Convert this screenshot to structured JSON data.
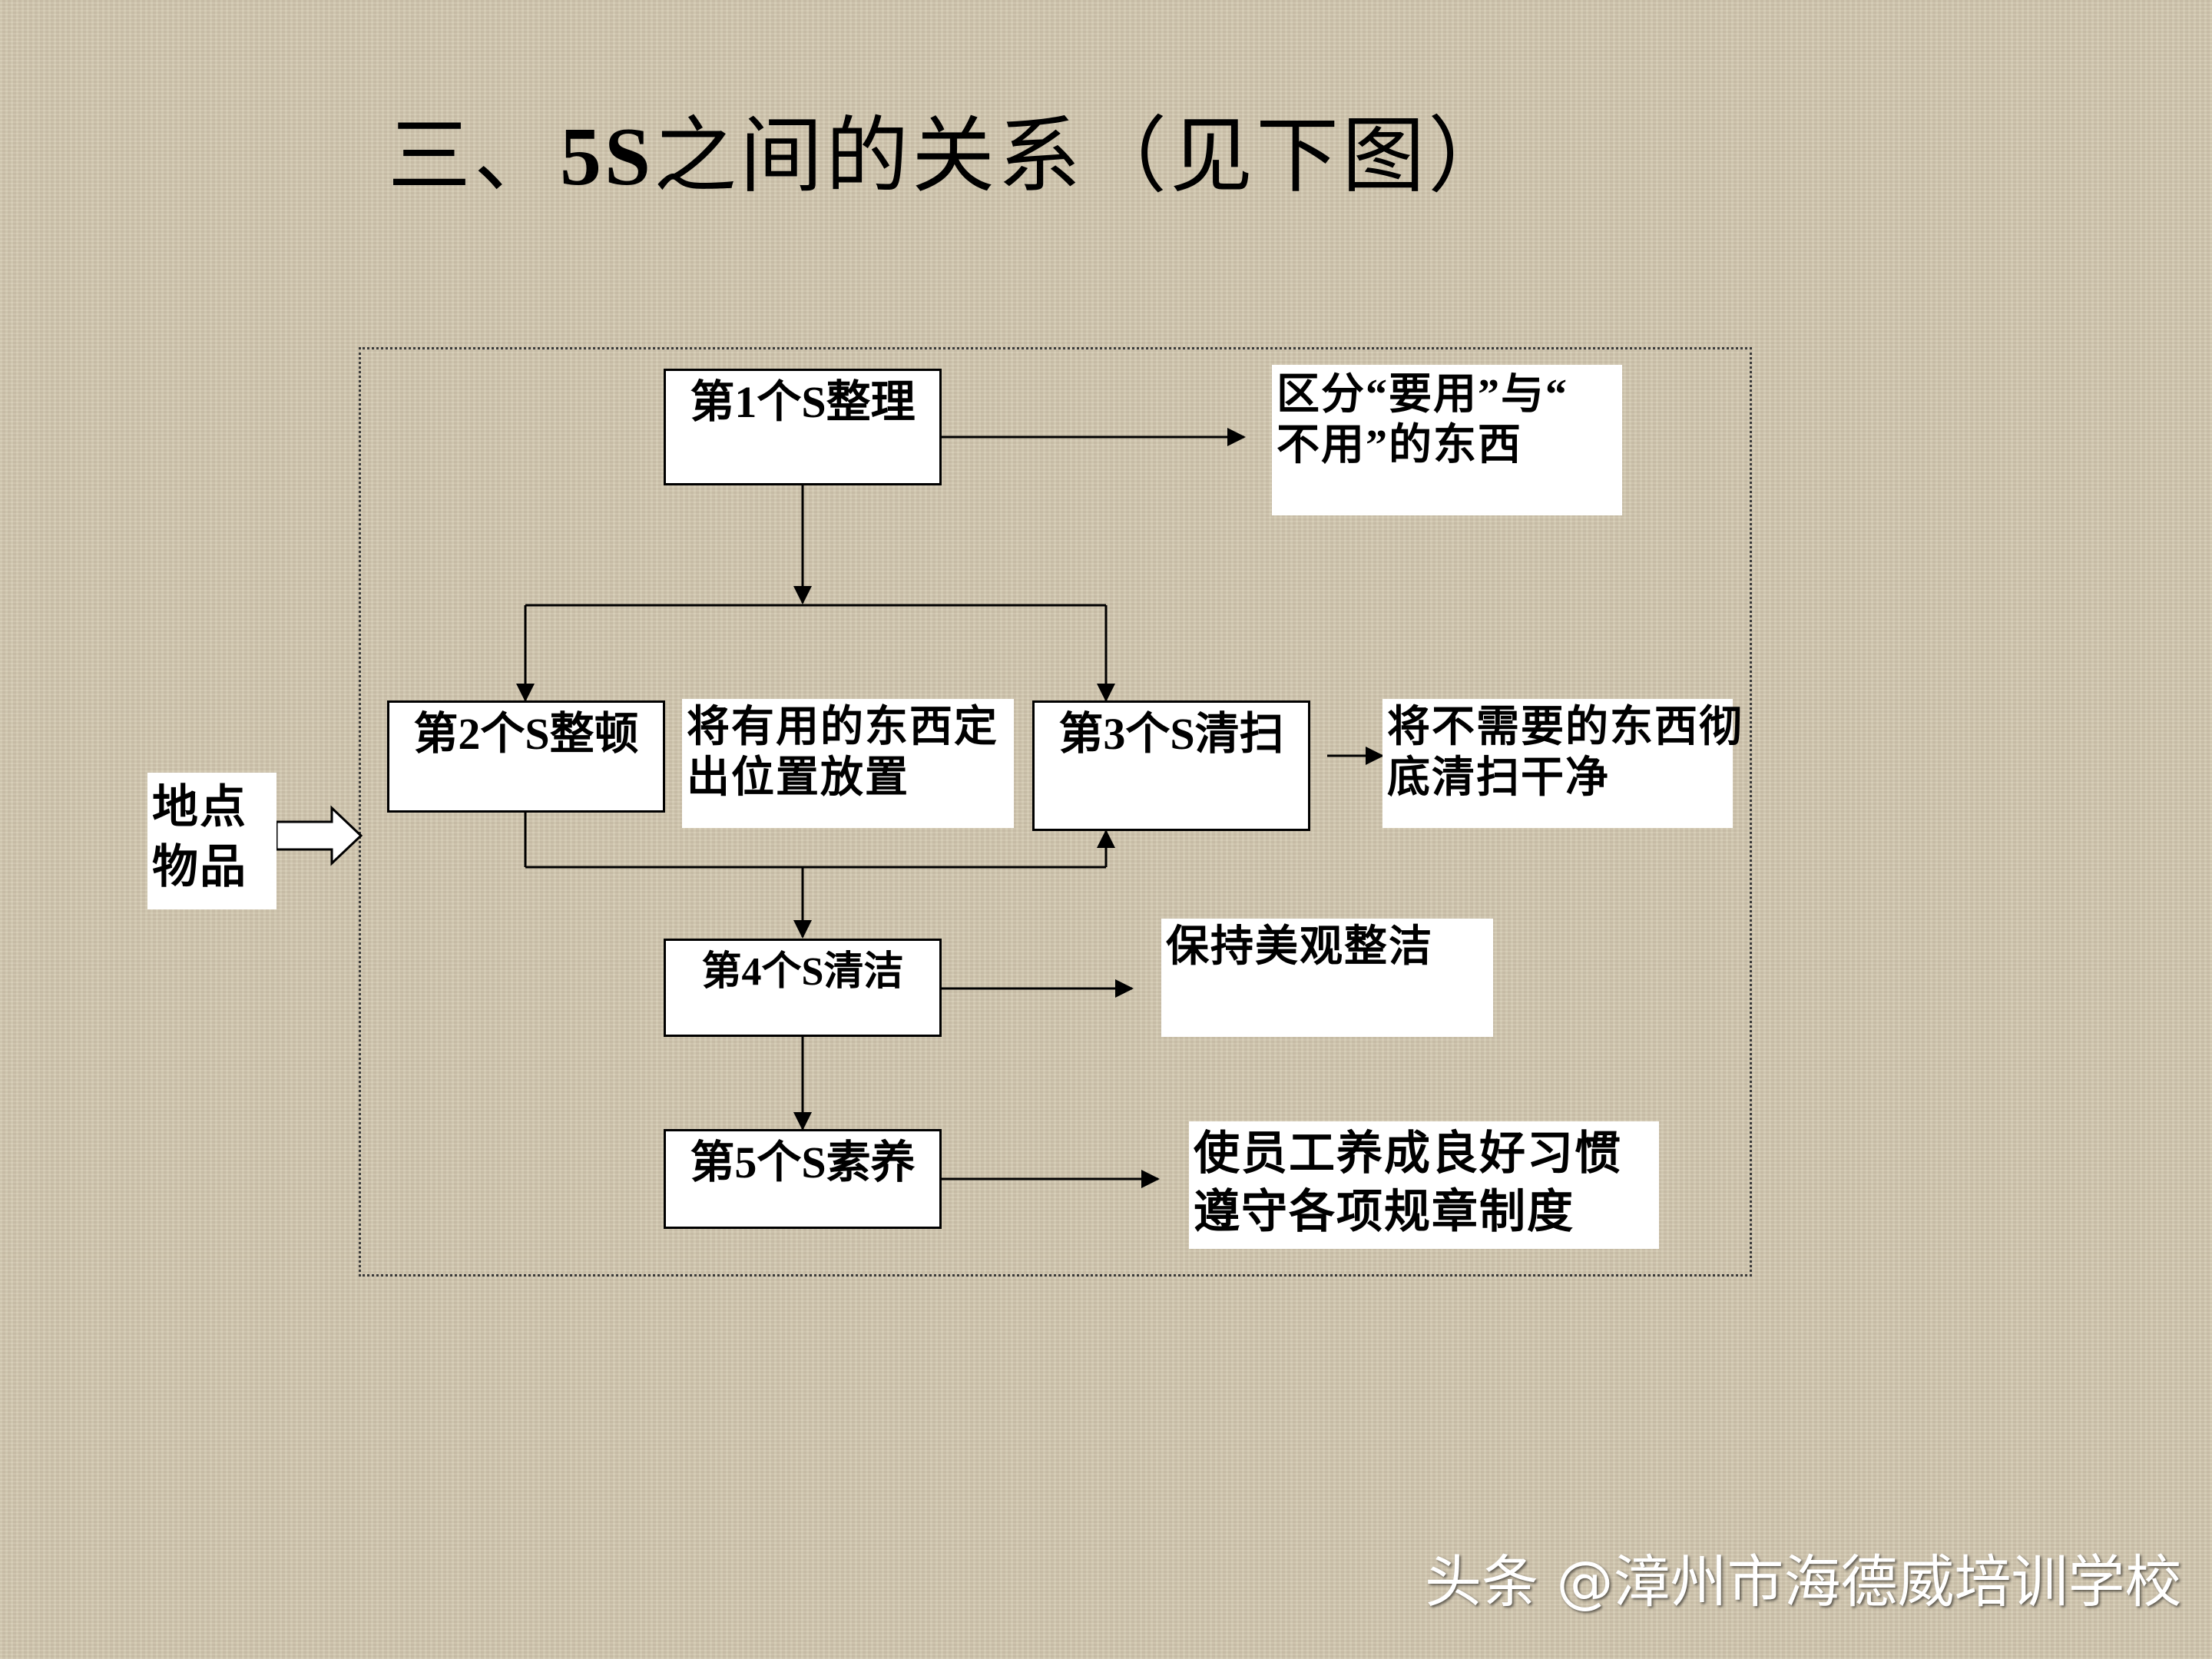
{
  "title": {
    "prefix": "三、",
    "strong": "5S",
    "suffix": "之间的关系（见下图）"
  },
  "steps": [
    {
      "label": "第1个S整理"
    },
    {
      "label": "第2个S整顿"
    },
    {
      "label": "第3个S清扫"
    },
    {
      "label": "第4个S清洁"
    },
    {
      "label": "第5个S素养"
    }
  ],
  "notes": {
    "s1": [
      "区分“要用”与“",
      "不用”的东西"
    ],
    "s2": [
      "将有用的东西定",
      "出位置放置"
    ],
    "s3": [
      "将不需要的东西彻",
      "底清扫干净"
    ],
    "s4": [
      "保持美观整洁"
    ],
    "s5": [
      "使员工养成良好习惯",
      "遵守各项规章制度"
    ]
  },
  "input": [
    "地点",
    "物品"
  ],
  "watermark": "头条 @漳州市海德威培训学校"
}
